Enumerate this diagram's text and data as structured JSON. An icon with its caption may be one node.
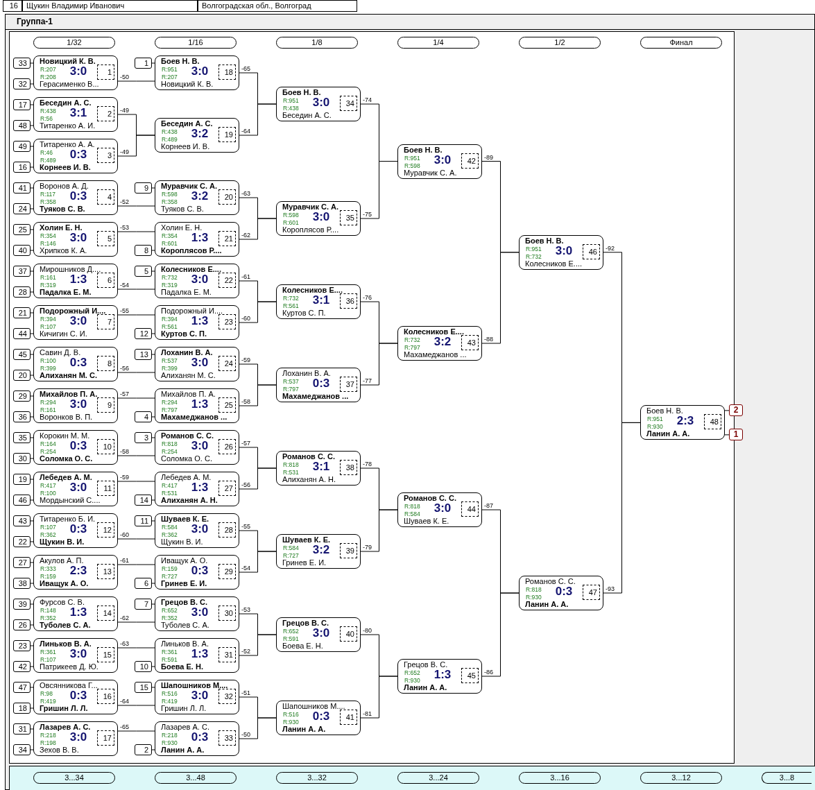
{
  "diagram": {
    "nodes": [
      {
        "text": [
          "Группа-1"
        ]
      },
      {
        "text": [
          "1/32"
        ],
        "in": 0
      },
      {
        "text": [
          "1/16"
        ],
        "in": 0
      },
      {
        "text": [
          "1/8"
        ],
        "in": 0
      },
      {
        "text": [
          "1/4"
        ],
        "in": 0
      },
      {
        "text": [
          "1/2"
        ],
        "in": 0
      },
      {
        "text": [
          "Финал"
        ],
        "in": 0
      },
      {
        "text": [
          "Новицкий К. В.",
          "R:207",
          "3:0",
          "R:208",
          "Герасименко В..."
        ],
        "in": 0
      },
      {
        "text": [
          "Беседин А. С.",
          "R:438",
          "3:1",
          "R:56",
          "Титаренко А. И."
        ],
        "in": 0
      },
      {
        "text": [
          "Титаренко А. А.",
          "R:46",
          "0:3",
          "R:489",
          "Корнеев И. В."
        ],
        "in": 0
      },
      {
        "text": [
          "Воронов А. Д.",
          "R:117",
          "0:3",
          "R:358",
          "Туяков С. В."
        ],
        "in": 0
      },
      {
        "text": [
          "Холин Е. Н.",
          "R:354",
          "3:0",
          "R:146",
          "Хрипков К. А."
        ],
        "in": 0
      },
      {
        "text": [
          "Мирошников Д....",
          "R:161",
          "1:3",
          "R:319",
          "Падалка Е. М."
        ],
        "in": 0
      },
      {
        "text": [
          "Подорожный И....",
          "R:394",
          "3:0",
          "R:107",
          "Кичигин С. И."
        ],
        "in": 0
      },
      {
        "text": [
          "Савин Д. В.",
          "R:100",
          "0:3",
          "R:399",
          "Алиханян М. С."
        ],
        "in": 0
      },
      {
        "text": [
          "Михайлов П. А.",
          "R:294",
          "3:0",
          "R:161",
          "Воронков В. П."
        ],
        "in": 0
      },
      {
        "text": [
          "Корокин М. М.",
          "R:164",
          "0:3",
          "R:254",
          "Соломка О. С."
        ],
        "in": 0
      },
      {
        "text": [
          "Лебедев А. М.",
          "R:417",
          "3:0",
          "R:100",
          "Мордынский С...."
        ],
        "in": 0
      },
      {
        "text": [
          "Титаренко Б. И.",
          "R:107",
          "0:3",
          "R:362",
          "Щукин В. И."
        ],
        "in": 0
      },
      {
        "text": [
          "Акулов А. П.",
          "R:333",
          "2:3",
          "R:159",
          "Иващук А. О."
        ],
        "in": 0
      },
      {
        "text": [
          "Фурсов С. В.",
          "R:148",
          "1:3",
          "R:352",
          "Туболев С. А."
        ],
        "in": 0
      },
      {
        "text": [
          "Линьков В. А.",
          "R:361",
          "3:0",
          "R:107",
          "Патрикеев Д. Ю."
        ],
        "in": 0
      },
      {
        "text": [
          "Овсянникова Г...",
          "R:98",
          "0:3",
          "R:419",
          "Гришин Л. Л."
        ],
        "in": 0
      },
      {
        "text": [
          "Лазарев А. С.",
          "R:218",
          "3:0",
          "R:198",
          "Зехов В. В."
        ],
        "in": 0
      },
      {
        "text": [
          "Боев Н. В.",
          "R:951",
          "3:0",
          "R:207",
          "Новицкий К. В."
        ],
        "in": 0
      },
      {
        "text": [
          "Беседин А. С.",
          "R:438",
          "3:2",
          "R:489",
          "Корнеев И. В."
        ],
        "in": 0
      },
      {
        "text": [
          "Муравчик С. А.",
          "R:598",
          "3:2",
          "R:358",
          "Туяков С. В."
        ],
        "in": 0
      },
      {
        "text": [
          "Холин Е. Н.",
          "R:354",
          "1:3",
          "R:601",
          "Короплясов Р...."
        ],
        "in": 0
      },
      {
        "text": [
          "Колесников Е....",
          "R:732",
          "3:0",
          "R:319",
          "Падалка Е. М."
        ],
        "in": 0
      },
      {
        "text": [
          "Подорожный И....",
          "R:394",
          "1:3",
          "R:561",
          "Куртов С. П."
        ],
        "in": 0
      },
      {
        "text": [
          "Лоханин В. А.",
          "R:537",
          "3:0",
          "R:399",
          "Алиханян М. С."
        ],
        "in": 0
      },
      {
        "text": [
          "Михайлов П. А.",
          "R:294",
          "1:3",
          "R:797",
          "Махамеджанов ..."
        ],
        "in": 0
      },
      {
        "text": [
          "Романов С. С.",
          "R:818",
          "3:0",
          "R:254",
          "Соломка О. С."
        ],
        "in": 0
      },
      {
        "text": [
          "Лебедев А. М.",
          "R:417",
          "1:3",
          "R:531",
          "Алиханян А. Н."
        ],
        "in": 0
      },
      {
        "text": [
          "Шуваев К. Е.",
          "R:584",
          "3:0",
          "R:362",
          "Щукин В. И."
        ],
        "in": 0
      },
      {
        "text": [
          "Иващук А. О.",
          "R:159",
          "0:3",
          "R:727",
          "Гринев Е. И."
        ],
        "in": 0
      },
      {
        "text": [
          "Грецов В. С.",
          "R:652",
          "3:0",
          "R:352",
          "Туболев С. А."
        ],
        "in": 0
      },
      {
        "text": [
          "Линьков В. А.",
          "R:361",
          "1:3",
          "R:591",
          "Боева Е. Н."
        ],
        "in": 0
      },
      {
        "text": [
          "Шапошников М....",
          "R:516",
          "3:0",
          "R:419",
          "Гришин Л. Л."
        ],
        "in": 0
      },
      {
        "text": [
          "Лазарев А. С.",
          "R:218",
          "0:3",
          "R:930",
          "Ланин А. А."
        ],
        "in": 0
      },
      {
        "text": [
          "Боев Н. В.",
          "R:951",
          "3:0",
          "R:438",
          "Беседин А. С."
        ],
        "in": 0
      },
      {
        "text": [
          "Муравчик С. А.",
          "R:598",
          "3:0",
          "R:601",
          "Короплясов Р...."
        ],
        "in": 0
      },
      {
        "text": [
          "Колесников Е....",
          "R:732",
          "3:1",
          "R:561",
          "Куртов С. П."
        ],
        "in": 0
      },
      {
        "text": [
          "Лоханин В. А.",
          "R:537",
          "0:3",
          "R:797",
          "Махамеджанов ..."
        ],
        "in": 0
      },
      {
        "text": [
          "Романов С. С.",
          "R:818",
          "3:1",
          "R:531",
          "Алиханян А. Н."
        ],
        "in": 0
      },
      {
        "text": [
          "Шуваев К. Е.",
          "R:584",
          "3:2",
          "R:727",
          "Гринев Е. И."
        ],
        "in": 0
      },
      {
        "text": [
          "Грецов В. С.",
          "R:652",
          "3:0",
          "R:591",
          "Боева Е. Н."
        ],
        "in": 0
      },
      {
        "text": [
          "Шапошников М....",
          "R:516",
          "0:3",
          "R:930",
          "Ланин А. А."
        ],
        "in": 0
      },
      {
        "text": [
          "Боев Н. В.",
          "R:951",
          "3:0",
          "R:598",
          "Муравчик С. А."
        ],
        "in": 0
      },
      {
        "text": [
          "Колесников Е....",
          "R:732",
          "3:2",
          "R:797",
          "Махамеджанов ..."
        ],
        "in": 0
      },
      {
        "text": [
          "Романов С. С.",
          "R:818",
          "3:0",
          "R:584",
          "Шуваев К. Е."
        ],
        "in": 0
      },
      {
        "text": [
          "Грецов В. С.",
          "R:652",
          "1:3",
          "R:930",
          "Ланин А. А."
        ],
        "in": 0
      },
      {
        "text": [
          "Боев Н. В.",
          "R:951",
          "3:0",
          "R:732",
          "Колесников Е...."
        ],
        "in": 0
      },
      {
        "text": [
          "Романов С. С.",
          "R:818",
          "0:3",
          "R:930",
          "Ланин А. А."
        ],
        "in": 0
      },
      {
        "text": [
          "Боев Н. В.",
          "R:951",
          "2:3",
          "R:930",
          "Ланин А. А."
        ],
        "in": 0
      },
      {
        "text": [
          "1"
        ],
        "in": 7
      },
      {
        "text": [
          "2"
        ],
        "in": 8
      },
      {
        "text": [
          "3"
        ],
        "in": 9
      },
      {
        "text": [
          "4"
        ],
        "in": 10
      },
      {
        "text": [
          "5"
        ],
        "in": 11
      },
      {
        "text": [
          "6"
        ],
        "in": 12
      },
      {
        "text": [
          "7"
        ],
        "in": 13
      },
      {
        "text": [
          "8"
        ],
        "in": 14
      },
      {
        "text": [
          "9"
        ],
        "in": 15
      },
      {
        "text": [
          "10"
        ],
        "in": 16
      },
      {
        "text": [
          "11"
        ],
        "in": 17
      },
      {
        "text": [
          "12"
        ],
        "in": 18
      },
      {
        "text": [
          "13"
        ],
        "in": 19
      },
      {
        "text": [
          "14"
        ],
        "in": 20
      },
      {
        "text": [
          "15"
        ],
        "in": 21
      },
      {
        "text": [
          "16"
        ],
        "in": 22
      },
      {
        "text": [
          "17"
        ],
        "in": 23
      },
      {
        "text": [
          "18"
        ],
        "in": 24
      },
      {
        "text": [
          "19"
        ],
        "in": 25
      },
      {
        "text": [
          "20"
        ],
        "in": 26
      },
      {
        "text": [
          "21"
        ],
        "in": 27
      },
      {
        "text": [
          "22"
        ],
        "in": 28
      },
      {
        "text": [
          "23"
        ],
        "in": 29
      },
      {
        "text": [
          "24"
        ],
        "in": 30
      },
      {
        "text": [
          "25"
        ],
        "in": 31
      },
      {
        "text": [
          "26"
        ],
        "in": 32
      },
      {
        "text": [
          "27"
        ],
        "in": 33
      },
      {
        "text": [
          "28"
        ],
        "in": 34
      },
      {
        "text": [
          "29"
        ],
        "in": 35
      },
      {
        "text": [
          "30"
        ],
        "in": 36
      },
      {
        "text": [
          "31"
        ],
        "in": 37
      },
      {
        "text": [
          "32"
        ],
        "in": 38
      },
      {
        "text": [
          "33"
        ],
        "in": 39
      },
      {
        "text": [
          "34"
        ],
        "in": 40
      },
      {
        "text": [
          "35"
        ],
        "in": 41
      },
      {
        "text": [
          "36"
        ],
        "in": 42
      },
      {
        "text": [
          "37"
        ],
        "in": 43
      },
      {
        "text": [
          "38"
        ],
        "in": 44
      },
      {
        "text": [
          "39"
        ],
        "in": 45
      },
      {
        "text": [
          "40"
        ],
        "in": 46
      },
      {
        "text": [
          "41"
        ],
        "in": 47
      },
      {
        "text": [
          "42"
        ],
        "in": 48
      },
      {
        "text": [
          "43"
        ],
        "in": 49
      },
      {
        "text": [
          "44"
        ],
        "in": 50
      },
      {
        "text": [
          "45"
        ],
        "in": 51
      },
      {
        "text": [
          "46"
        ],
        "in": 52
      },
      {
        "text": [
          "47"
        ],
        "in": 53
      },
      {
        "text": [
          "48"
        ],
        "in": 54
      },
      {
        "text": [
          "33"
        ],
        "in": 0
      },
      {
        "text": [
          "32"
        ],
        "in": 0
      },
      {
        "text": [
          "17"
        ],
        "in": 0
      },
      {
        "text": [
          "48"
        ],
        "in": 0
      },
      {
        "text": [
          "49"
        ],
        "in": 0
      },
      {
        "text": [
          "16"
        ],
        "in": 0
      },
      {
        "text": [
          "41"
        ],
        "in": 0
      },
      {
        "text": [
          "24"
        ],
        "in": 0
      },
      {
        "text": [
          "25"
        ],
        "in": 0
      },
      {
        "text": [
          "40"
        ],
        "in": 0
      },
      {
        "text": [
          "37"
        ],
        "in": 0
      },
      {
        "text": [
          "28"
        ],
        "in": 0
      },
      {
        "text": [
          "21"
        ],
        "in": 0
      },
      {
        "text": [
          "44"
        ],
        "in": 0
      },
      {
        "text": [
          "45"
        ],
        "in": 0
      },
      {
        "text": [
          "20"
        ],
        "in": 0
      },
      {
        "text": [
          "29"
        ],
        "in": 0
      },
      {
        "text": [
          "36"
        ],
        "in": 0
      },
      {
        "text": [
          "35"
        ],
        "in": 0
      },
      {
        "text": [
          "30"
        ],
        "in": 0
      },
      {
        "text": [
          "19"
        ],
        "in": 0
      },
      {
        "text": [
          "46"
        ],
        "in": 0
      },
      {
        "text": [
          "43"
        ],
        "in": 0
      },
      {
        "text": [
          "22"
        ],
        "in": 0
      },
      {
        "text": [
          "27"
        ],
        "in": 0
      },
      {
        "text": [
          "38"
        ],
        "in": 0
      },
      {
        "text": [
          "39"
        ],
        "in": 0
      },
      {
        "text": [
          "26"
        ],
        "in": 0
      },
      {
        "text": [
          "23"
        ],
        "in": 0
      },
      {
        "text": [
          "42"
        ],
        "in": 0
      },
      {
        "text": [
          "47"
        ],
        "in": 0
      },
      {
        "text": [
          "18"
        ],
        "in": 0
      },
      {
        "text": [
          "31"
        ],
        "in": 0
      },
      {
        "text": [
          "34"
        ],
        "in": 0
      },
      {
        "text": [
          "1"
        ],
        "in": 0
      },
      {
        "text": [
          "9"
        ],
        "in": 0
      },
      {
        "text": [
          "8"
        ],
        "in": 0
      },
      {
        "text": [
          "5"
        ],
        "in": 0
      },
      {
        "text": [
          "12"
        ],
        "in": 0
      },
      {
        "text": [
          "13"
        ],
        "in": 0
      },
      {
        "text": [
          "4"
        ],
        "in": 0
      },
      {
        "text": [
          "3"
        ],
        "in": 0
      },
      {
        "text": [
          "14"
        ],
        "in": 0
      },
      {
        "text": [
          "11"
        ],
        "in": 0
      },
      {
        "text": [
          "6"
        ],
        "in": 0
      },
      {
        "text": [
          "7"
        ],
        "in": 0
      },
      {
        "text": [
          "10"
        ],
        "in": 0
      },
      {
        "text": [
          "15"
        ],
        "in": 0
      },
      {
        "text": [
          "2"
        ],
        "in": 0
      },
      {
        "text": [
          "2"
        ],
        "in": 0
      },
      {
        "text": [
          "1"
        ],
        "in": 0
      },
      {
        "text": [
          "3...34"
        ],
        "in": 0
      },
      {
        "text": [
          "3...48"
        ],
        "in": 0
      },
      {
        "text": [
          "3...32"
        ],
        "in": 0
      },
      {
        "text": [
          "3...24"
        ],
        "in": 0
      },
      {
        "text": [
          "3...16"
        ],
        "in": 0
      },
      {
        "text": [
          "3...12"
        ],
        "in": 0
      },
      {
        "text": [
          "3...8"
        ],
        "in": 0
      }
    ],
    "edges": [
      {
        "from": 103,
        "to": 7,
        "arrow": "none"
      },
      {
        "from": 104,
        "to": 7,
        "arrow": "none"
      },
      {
        "from": 105,
        "to": 8,
        "arrow": "none"
      },
      {
        "from": 106,
        "to": 8,
        "arrow": "none"
      },
      {
        "from": 107,
        "to": 9,
        "arrow": "none"
      },
      {
        "from": 108,
        "to": 9,
        "arrow": "none"
      },
      {
        "from": 109,
        "to": 10,
        "arrow": "none"
      },
      {
        "from": 110,
        "to": 10,
        "arrow": "none"
      },
      {
        "from": 111,
        "to": 11,
        "arrow": "none"
      },
      {
        "from": 112,
        "to": 11,
        "arrow": "none"
      },
      {
        "from": 113,
        "to": 12,
        "arrow": "none"
      },
      {
        "from": 114,
        "to": 12,
        "arrow": "none"
      },
      {
        "from": 115,
        "to": 13,
        "arrow": "none"
      },
      {
        "from": 116,
        "to": 13,
        "arrow": "none"
      },
      {
        "from": 117,
        "to": 14,
        "arrow": "none"
      },
      {
        "from": 118,
        "to": 14,
        "arrow": "none"
      },
      {
        "from": 119,
        "to": 15,
        "arrow": "none"
      },
      {
        "from": 120,
        "to": 15,
        "arrow": "none"
      },
      {
        "from": 121,
        "to": 16,
        "arrow": "none"
      },
      {
        "from": 122,
        "to": 16,
        "arrow": "none"
      },
      {
        "from": 123,
        "to": 17,
        "arrow": "none"
      },
      {
        "from": 124,
        "to": 17,
        "arrow": "none"
      },
      {
        "from": 125,
        "to": 18,
        "arrow": "none"
      },
      {
        "from": 126,
        "to": 18,
        "arrow": "none"
      },
      {
        "from": 127,
        "to": 19,
        "arrow": "none"
      },
      {
        "from": 128,
        "to": 19,
        "arrow": "none"
      },
      {
        "from": 129,
        "to": 20,
        "arrow": "none"
      },
      {
        "from": 130,
        "to": 20,
        "arrow": "none"
      },
      {
        "from": 131,
        "to": 21,
        "arrow": "none"
      },
      {
        "from": 132,
        "to": 21,
        "arrow": "none"
      },
      {
        "from": 133,
        "to": 22,
        "arrow": "none"
      },
      {
        "from": 134,
        "to": 22,
        "arrow": "none"
      },
      {
        "from": 135,
        "to": 23,
        "arrow": "none"
      },
      {
        "from": 136,
        "to": 23,
        "arrow": "none"
      },
      {
        "from": 137,
        "to": 24,
        "arrow": "none"
      },
      {
        "from": 138,
        "to": 26,
        "arrow": "none"
      },
      {
        "from": 139,
        "to": 27,
        "arrow": "none"
      },
      {
        "from": 140,
        "to": 28,
        "arrow": "none"
      },
      {
        "from": 141,
        "to": 29,
        "arrow": "none"
      },
      {
        "from": 142,
        "to": 30,
        "arrow": "none"
      },
      {
        "from": 143,
        "to": 31,
        "arrow": "none"
      },
      {
        "from": 144,
        "to": 32,
        "arrow": "none"
      },
      {
        "from": 145,
        "to": 33,
        "arrow": "none"
      },
      {
        "from": 146,
        "to": 34,
        "arrow": "none"
      },
      {
        "from": 147,
        "to": 35,
        "arrow": "none"
      },
      {
        "from": 148,
        "to": 36,
        "arrow": "none"
      },
      {
        "from": 149,
        "to": 37,
        "arrow": "none"
      },
      {
        "from": 150,
        "to": 38,
        "arrow": "none"
      },
      {
        "from": 151,
        "to": 39,
        "arrow": "none"
      },
      {
        "from": 7,
        "to": 24,
        "arrow": "none",
        "label": "-50"
      },
      {
        "from": 8,
        "to": 25,
        "arrow": "none",
        "label": "-49"
      },
      {
        "from": 9,
        "to": 25,
        "arrow": "none",
        "label": "-49"
      },
      {
        "from": 10,
        "to": 26,
        "arrow": "none",
        "label": "-52"
      },
      {
        "from": 11,
        "to": 27,
        "arrow": "none",
        "label": "-53"
      },
      {
        "from": 12,
        "to": 28,
        "arrow": "none",
        "label": "-54"
      },
      {
        "from": 13,
        "to": 29,
        "arrow": "none",
        "label": "-55"
      },
      {
        "from": 14,
        "to": 30,
        "arrow": "none",
        "label": "-56"
      },
      {
        "from": 15,
        "to": 31,
        "arrow": "none",
        "label": "-57"
      },
      {
        "from": 16,
        "to": 32,
        "arrow": "none",
        "label": "-58"
      },
      {
        "from": 17,
        "to": 33,
        "arrow": "none",
        "label": "-59"
      },
      {
        "from": 18,
        "to": 34,
        "arrow": "none",
        "label": "-60"
      },
      {
        "from": 19,
        "to": 35,
        "arrow": "none",
        "label": "-61"
      },
      {
        "from": 20,
        "to": 36,
        "arrow": "none",
        "label": "-62"
      },
      {
        "from": 21,
        "to": 37,
        "arrow": "none",
        "label": "-63"
      },
      {
        "from": 22,
        "to": 38,
        "arrow": "none",
        "label": "-64"
      },
      {
        "from": 23,
        "to": 39,
        "arrow": "none",
        "label": "-65"
      },
      {
        "from": 24,
        "to": 40,
        "arrow": "none",
        "label": "-65"
      },
      {
        "from": 25,
        "to": 40,
        "arrow": "none",
        "label": "-64"
      },
      {
        "from": 26,
        "to": 41,
        "arrow": "none",
        "label": "-63"
      },
      {
        "from": 27,
        "to": 41,
        "arrow": "none",
        "label": "-62"
      },
      {
        "from": 28,
        "to": 42,
        "arrow": "none",
        "label": "-61"
      },
      {
        "from": 29,
        "to": 42,
        "arrow": "none",
        "label": "-60"
      },
      {
        "from": 30,
        "to": 43,
        "arrow": "none",
        "label": "-59"
      },
      {
        "from": 31,
        "to": 43,
        "arrow": "none",
        "label": "-58"
      },
      {
        "from": 32,
        "to": 44,
        "arrow": "none",
        "label": "-57"
      },
      {
        "from": 33,
        "to": 44,
        "arrow": "none",
        "label": "-56"
      },
      {
        "from": 34,
        "to": 45,
        "arrow": "none",
        "label": "-55"
      },
      {
        "from": 35,
        "to": 45,
        "arrow": "none",
        "label": "-54"
      },
      {
        "from": 36,
        "to": 46,
        "arrow": "none",
        "label": "-53"
      },
      {
        "from": 37,
        "to": 46,
        "arrow": "none",
        "label": "-52"
      },
      {
        "from": 38,
        "to": 47,
        "arrow": "none",
        "label": "-51"
      },
      {
        "from": 39,
        "to": 47,
        "arrow": "none",
        "label": "-50"
      },
      {
        "from": 40,
        "to": 48,
        "arrow": "none",
        "label": "-74"
      },
      {
        "from": 41,
        "to": 48,
        "arrow": "none",
        "label": "-75"
      },
      {
        "from": 42,
        "to": 49,
        "arrow": "none",
        "label": "-76"
      },
      {
        "from": 43,
        "to": 49,
        "arrow": "none",
        "label": "-77"
      },
      {
        "from": 44,
        "to": 50,
        "arrow": "none",
        "label": "-78"
      },
      {
        "from": 45,
        "to": 50,
        "arrow": "none",
        "label": "-79"
      },
      {
        "from": 46,
        "to": 51,
        "arrow": "none",
        "label": "-80"
      },
      {
        "from": 47,
        "to": 51,
        "arrow": "none",
        "label": "-81"
      },
      {
        "from": 48,
        "to": 52,
        "arrow": "none",
        "label": "-89"
      },
      {
        "from": 49,
        "to": 52,
        "arrow": "none",
        "label": "-88"
      },
      {
        "from": 50,
        "to": 53,
        "arrow": "none",
        "label": "-87"
      },
      {
        "from": 51,
        "to": 53,
        "arrow": "none",
        "label": "-86"
      },
      {
        "from": 52,
        "to": 54,
        "arrow": "none",
        "label": "-92"
      },
      {
        "from": 53,
        "to": 54,
        "arrow": "none",
        "label": "-93"
      },
      {
        "from": 54,
        "to": 152,
        "arrow": "none"
      },
      {
        "from": 54,
        "to": 153,
        "arrow": "none"
      }
    ],
    "labels": [
      "16",
      "Щукин Владимир Иванович",
      "Волгоградская обл., Волгоград"
    ]
  }
}
